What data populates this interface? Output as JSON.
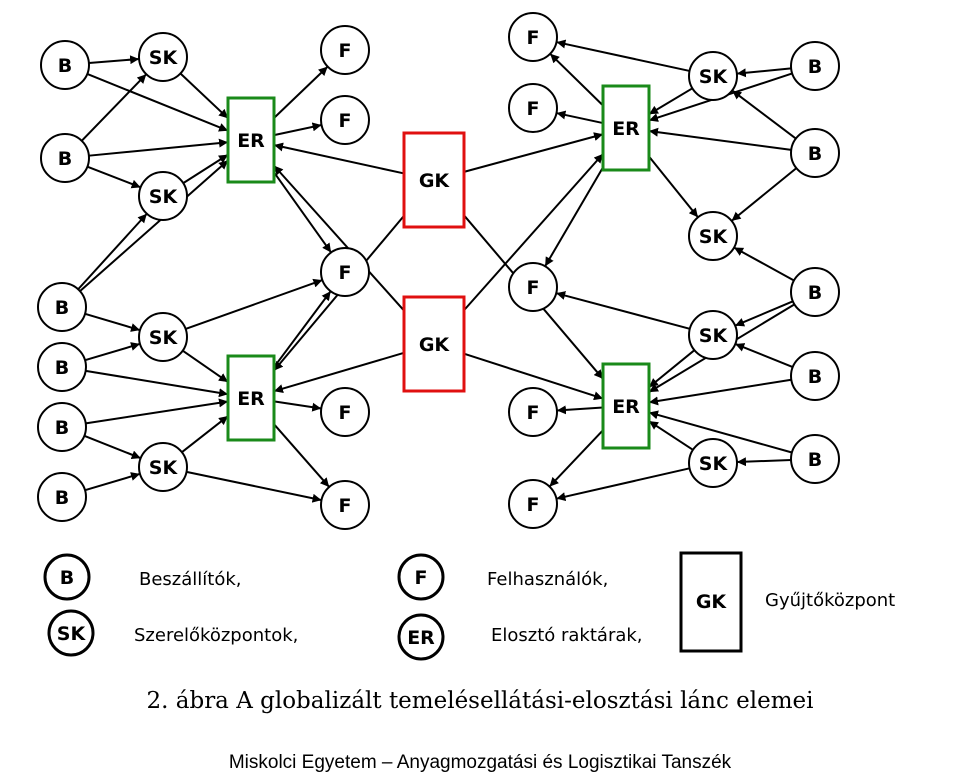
{
  "node_labels": {
    "B": "B",
    "SK": "SK",
    "ER": "ER",
    "F": "F",
    "GK": "GK"
  },
  "legend": {
    "b_label": "Beszállítók,",
    "sk_label": "Szerelőközpontok,",
    "f_label": "Felhasználók,",
    "er_label": "Elosztó raktárak,",
    "gk_label": "Gyűjtőközpont"
  },
  "caption": "2. ábra A globalizált temelésellátási-elosztási lánc elemei",
  "footer": "Miskolci Egyetem – Anyagmozgatási és Logisztikai Tanszék",
  "colors": {
    "er_border": "#1a8a1a",
    "gk_border": "#e01010",
    "line": "#000000"
  }
}
